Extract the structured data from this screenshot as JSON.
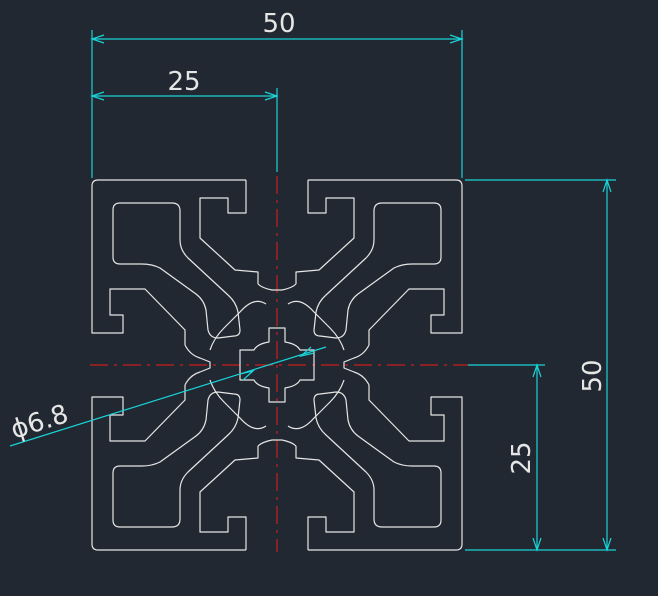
{
  "colors": {
    "background": "#222831",
    "profile": "#e6e6e6",
    "dimension": "#19d3d8",
    "centerline": "#c81e1e"
  },
  "dimensions": {
    "top_width": "50",
    "top_half_width": "25",
    "right_height": "50",
    "right_half_height": "25",
    "bore_diameter": "ϕ6.8"
  }
}
